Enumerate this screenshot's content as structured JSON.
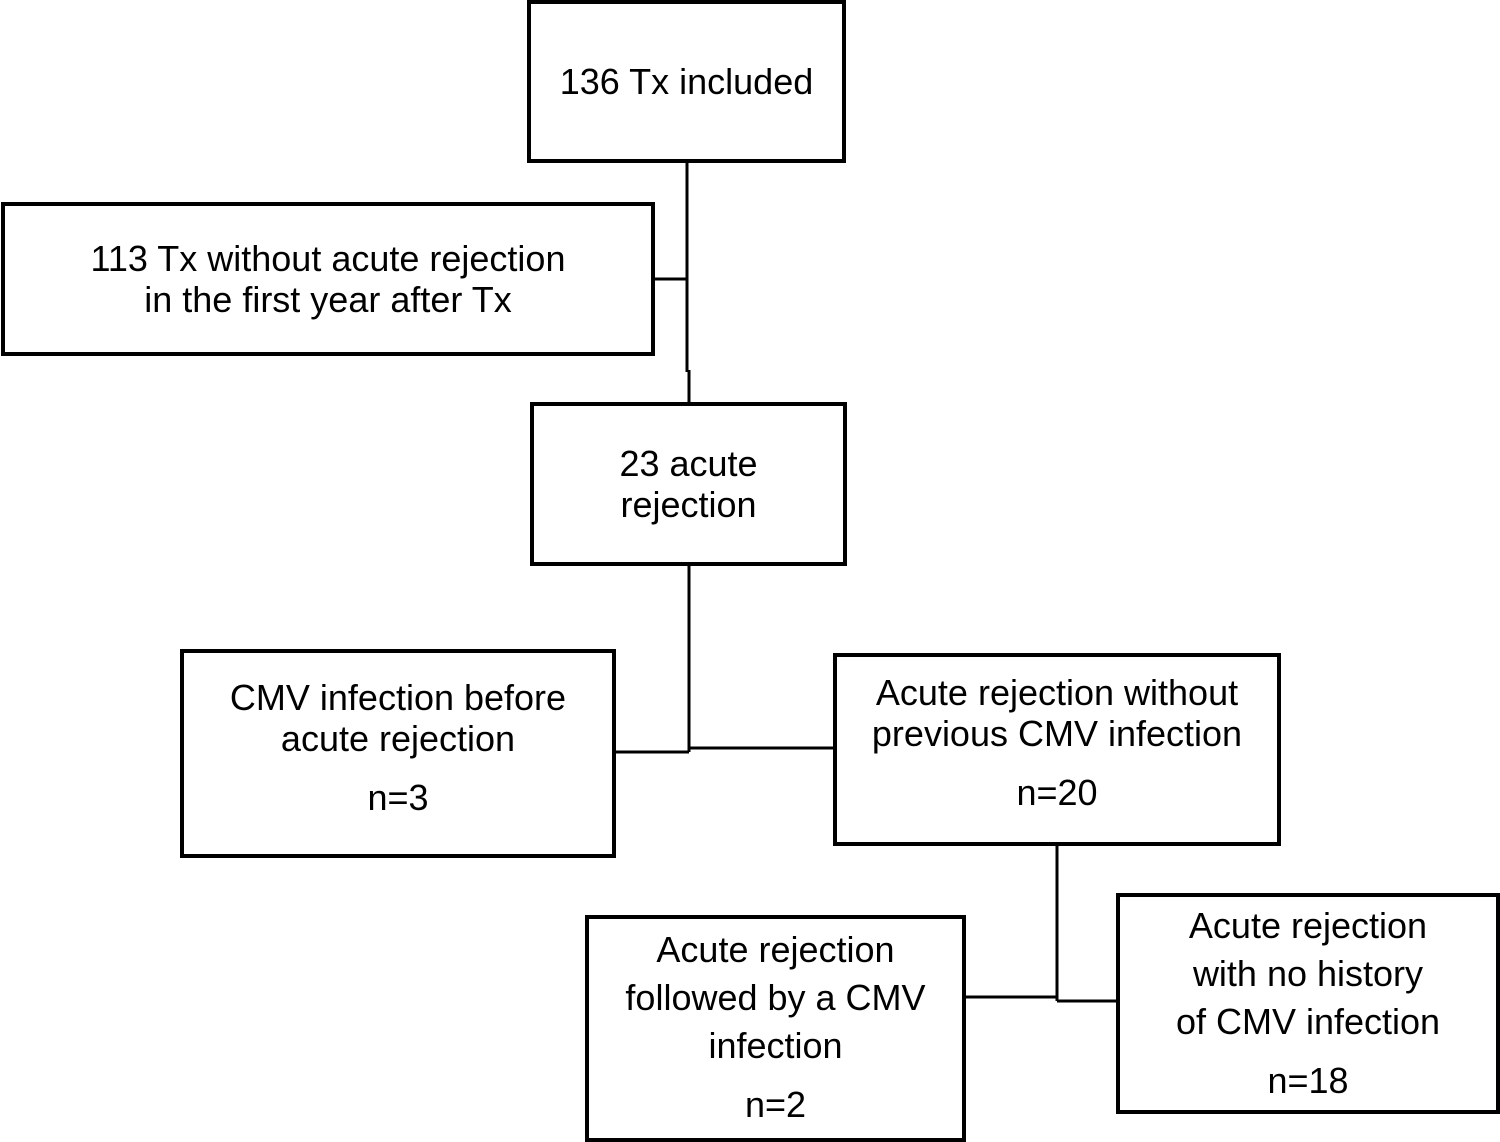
{
  "nodes": {
    "total": {
      "lines": [
        "136 Tx included"
      ]
    },
    "no_rejection": {
      "lines": [
        "113 Tx without acute rejection",
        "in the first year after Tx"
      ]
    },
    "acute_rejection": {
      "lines": [
        "23 acute",
        "rejection"
      ]
    },
    "cmv_before": {
      "lines": [
        "CMV infection before",
        "acute rejection"
      ],
      "count": "n=3"
    },
    "no_previous_cmv": {
      "lines": [
        "Acute rejection without",
        "previous CMV infection"
      ],
      "count": "n=20"
    },
    "followed_by_cmv": {
      "lines": [
        "Acute rejection",
        "followed by a CMV",
        "infection"
      ],
      "count": "n=2"
    },
    "no_history_cmv": {
      "lines": [
        "Acute rejection",
        "with no history",
        "of CMV infection"
      ],
      "count": "n=18"
    }
  },
  "edges": [
    {
      "from": "total",
      "to": "no_rejection"
    },
    {
      "from": "total",
      "to": "acute_rejection"
    },
    {
      "from": "acute_rejection",
      "to": "cmv_before"
    },
    {
      "from": "acute_rejection",
      "to": "no_previous_cmv"
    },
    {
      "from": "no_previous_cmv",
      "to": "followed_by_cmv"
    },
    {
      "from": "no_previous_cmv",
      "to": "no_history_cmv"
    }
  ]
}
